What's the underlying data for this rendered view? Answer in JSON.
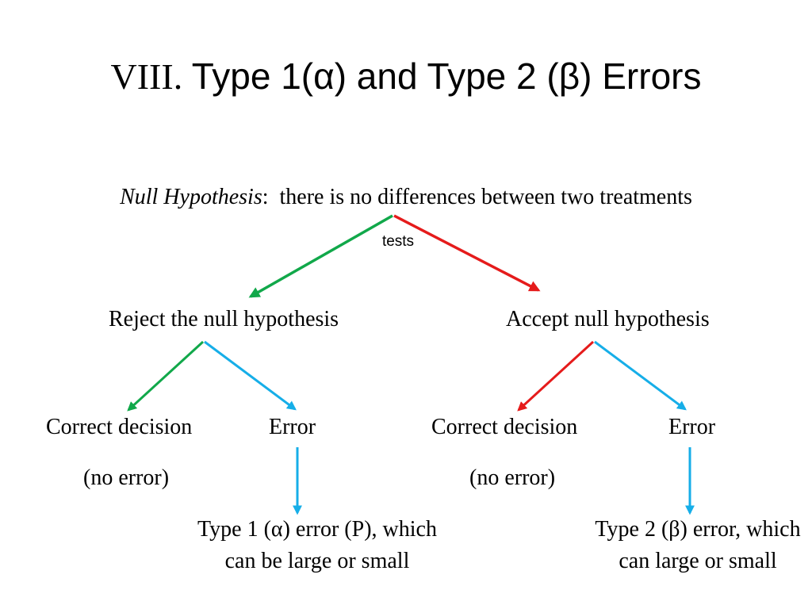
{
  "title": {
    "prefix": "VIII.",
    "main": "Type 1(α) and Type 2 (β) Errors"
  },
  "null_hypothesis": {
    "label": "Null Hypothesis",
    "separator": ":",
    "text": "there is no differences between two treatments"
  },
  "tests_label": "tests",
  "reject_label": "Reject the null hypothesis",
  "accept_label": "Accept null hypothesis",
  "left_branch": {
    "correct_label": "Correct decision",
    "correct_note": "(no error)",
    "error_label": "Error",
    "error_description": "Type 1 (α) error (P), which can be large or small"
  },
  "right_branch": {
    "correct_label": "Correct decision",
    "correct_note": "(no error)",
    "error_label": "Error",
    "error_description": "Type 2 (β) error, which can large or small"
  },
  "colors": {
    "green_arrow": "#11a84a",
    "red_arrow": "#e51b1b",
    "blue_arrow": "#16aee8"
  }
}
